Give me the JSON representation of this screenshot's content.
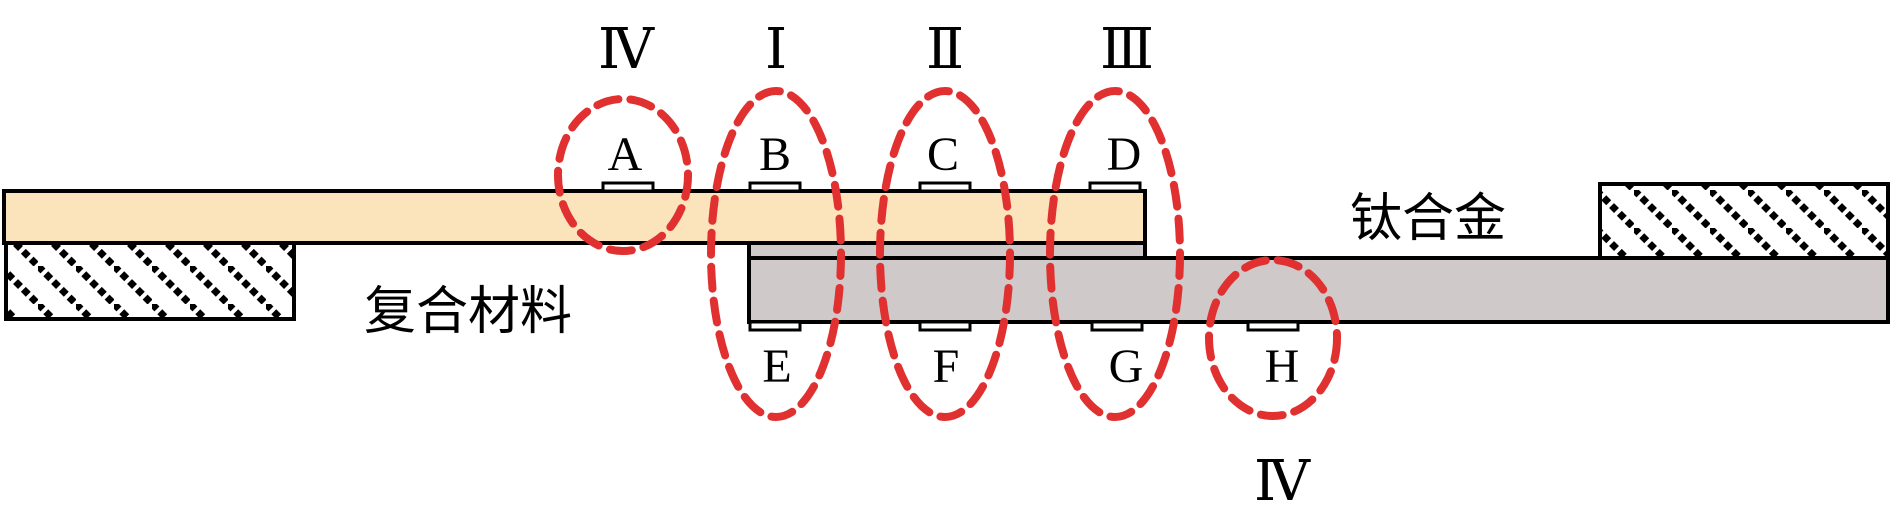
{
  "materials": {
    "composite": "复合材料",
    "titanium": "钛合金"
  },
  "regions": {
    "r1": "Ⅰ",
    "r2": "Ⅱ",
    "r3": "Ⅲ",
    "r4_top": "Ⅳ",
    "r4_bottom": "Ⅳ"
  },
  "gauges": {
    "A": "A",
    "B": "B",
    "C": "C",
    "D": "D",
    "E": "E",
    "F": "F",
    "G": "G",
    "H": "H"
  },
  "colors": {
    "composite_fill": "#fbe3bb",
    "titanium_fill": "#cfc9c9",
    "outline": "#000000",
    "region_ellipse": "#e03030",
    "background": "#ffffff"
  }
}
